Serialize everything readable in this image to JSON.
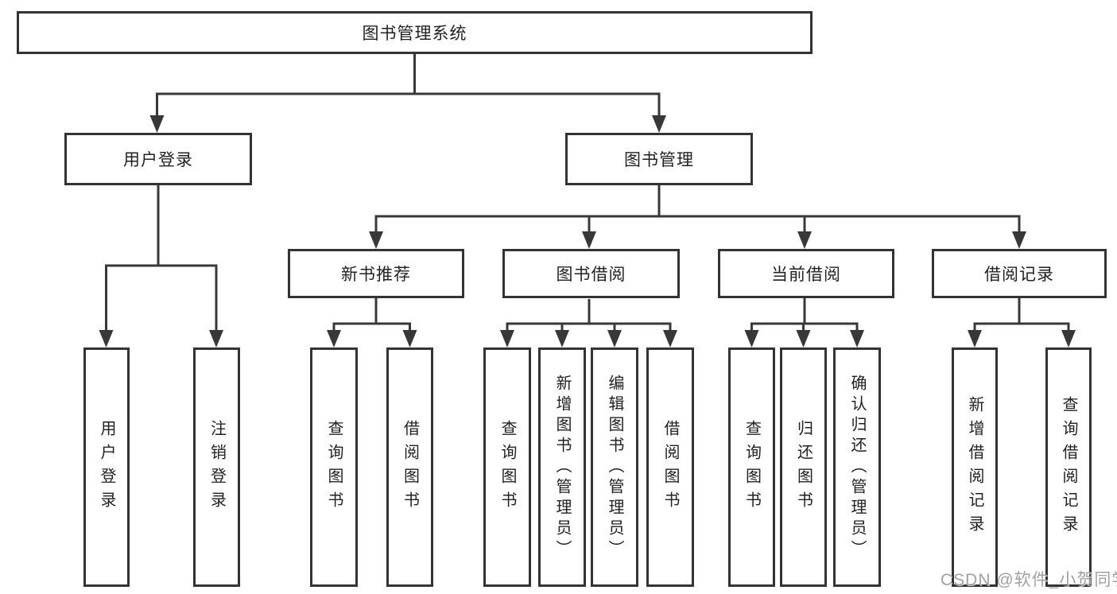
{
  "root_label": "图书管理系统",
  "level2": [
    {
      "label": "用户登录"
    },
    {
      "label": "图书管理"
    }
  ],
  "level3": [
    {
      "label": "新书推荐"
    },
    {
      "label": "图书借阅"
    },
    {
      "label": "当前借阅"
    },
    {
      "label": "借阅记录"
    }
  ],
  "leaves": [
    {
      "label": "用户登录"
    },
    {
      "label": "注销登录"
    },
    {
      "label": "查询图书"
    },
    {
      "label": "借阅图书"
    },
    {
      "label": "查询图书"
    },
    {
      "label": "新增图书（管理员）"
    },
    {
      "label": "编辑图书（管理员）"
    },
    {
      "label": "借阅图书"
    },
    {
      "label": "查询图书"
    },
    {
      "label": "归还图书"
    },
    {
      "label": "确认归还（管理员）"
    },
    {
      "label": "新增借阅记录"
    },
    {
      "label": "查询借阅记录"
    }
  ],
  "watermark": "CSDN @软件_小贺同学",
  "colors": {
    "line": "#383838",
    "box_border": "#333333",
    "text": "#222222",
    "watermark": "#989898",
    "background": "#ffffff"
  }
}
